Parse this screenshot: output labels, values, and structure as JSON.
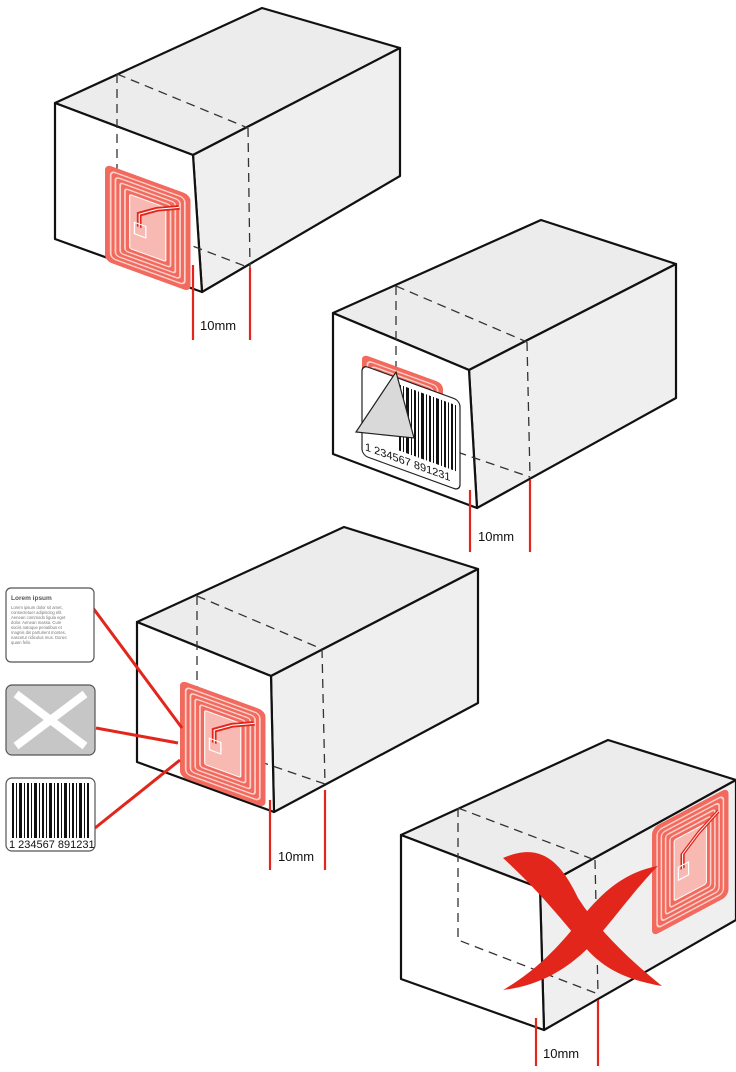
{
  "figures": [
    {
      "id": "box-1",
      "dimension_label": "10mm"
    },
    {
      "id": "box-2",
      "dimension_label": "10mm",
      "barcode_number": "1 234567 891231"
    },
    {
      "id": "box-3",
      "dimension_label": "10mm"
    },
    {
      "id": "box-4",
      "dimension_label": "10mm"
    }
  ],
  "legend": {
    "text_label": {
      "title": "Lorem ipsum",
      "body": [
        "Lorem ipsum dolor sit amet,",
        "consectetuer adipiscing elit.",
        "Aenean commodo ligula eget",
        "dolor. Aenean massa. Cum",
        "sociis natoque penatibus et",
        "magnis dis parturient montes,",
        "nascetur ridiculus mus. Donec",
        "quam felis."
      ]
    },
    "barcode_number": "1 234567 891231"
  },
  "colors": {
    "accent": "#e3261b",
    "tag_light": "#f8b9b3",
    "box_top": "#ececec",
    "legend_gray": "#c6c6c6"
  },
  "icons": [
    "rfid-tag-icon",
    "barcode-icon",
    "cross-icon",
    "text-label-icon"
  ]
}
